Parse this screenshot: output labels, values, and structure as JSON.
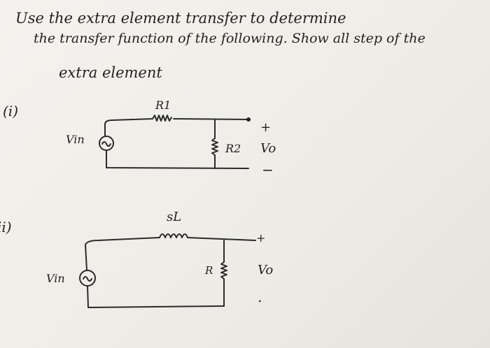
{
  "instructions": {
    "line1": "Use the extra element transfer to determine",
    "line2": "the transfer function of the following. Show all step of the",
    "line3": "extra element"
  },
  "circuit_i": {
    "label": "(i)",
    "source": "Vin",
    "series_element": "R1",
    "shunt_element": "R2",
    "output": "Vo",
    "plus": "+",
    "minus": "−"
  },
  "circuit_ii": {
    "label": "ii)",
    "source": "Vin",
    "series_element": "sL",
    "shunt_element": "R",
    "output": "Vo",
    "plus": "+",
    "minus": "."
  }
}
